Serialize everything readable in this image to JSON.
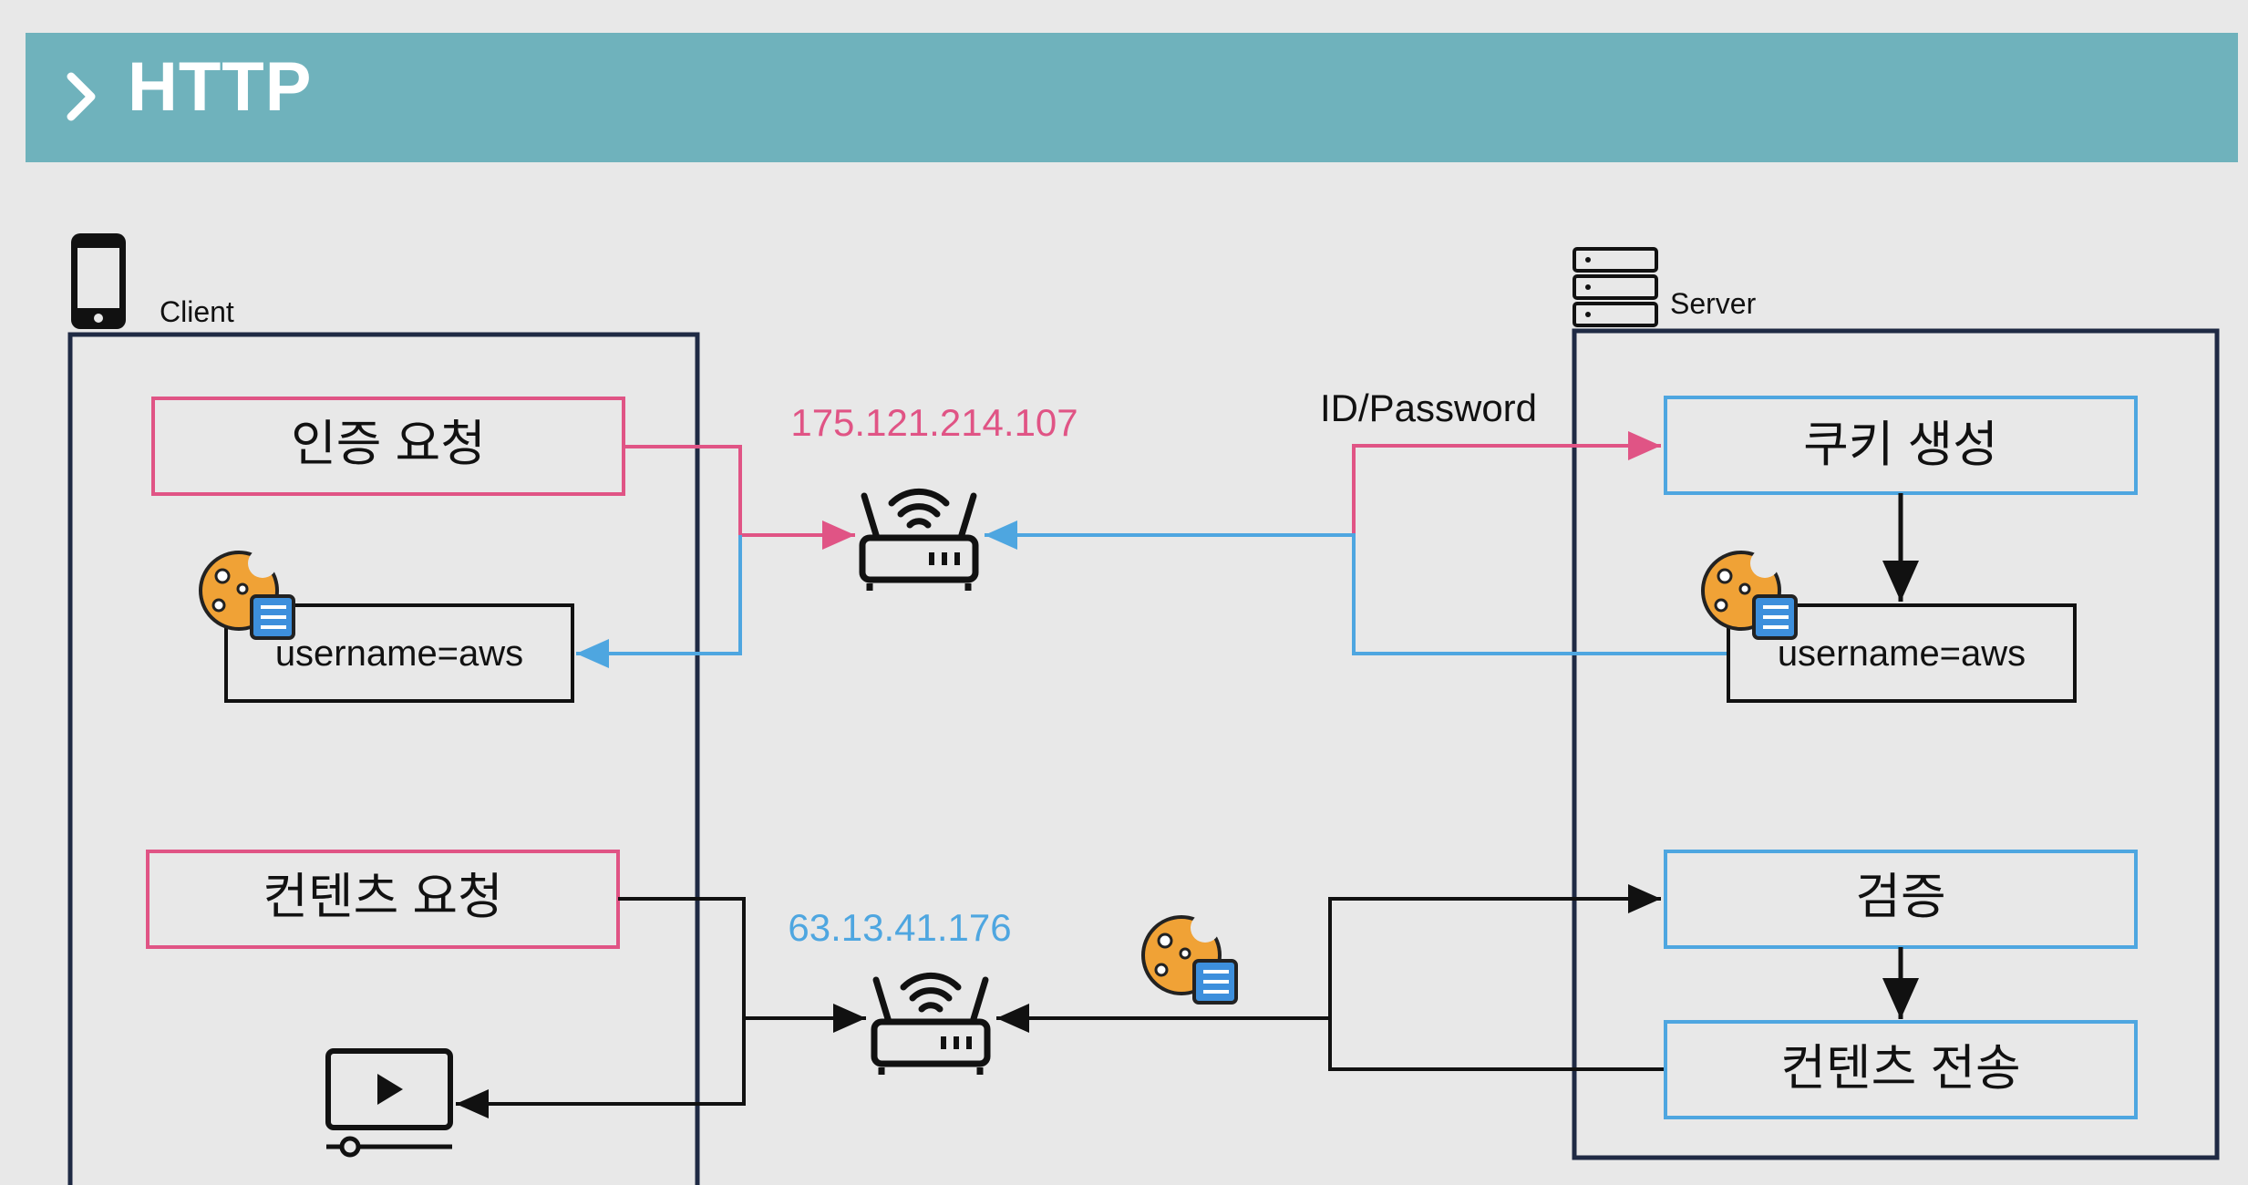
{
  "header": {
    "title": "HTTP"
  },
  "client": {
    "label": "Client"
  },
  "server": {
    "label": "Server"
  },
  "flow_top": {
    "ip": "175.121.214.107",
    "credential": "ID/Password",
    "client_request": "인증 요청",
    "client_cookie": "username=aws",
    "server_create": "쿠키 생성",
    "server_cookie": "username=aws"
  },
  "flow_bottom": {
    "ip": "63.13.41.176",
    "client_request": "컨텐츠 요청",
    "server_verify": "검증",
    "server_send": "컨텐츠 전송"
  },
  "colors": {
    "banner": "#6fb2bc",
    "pink": "#e05485",
    "blue": "#4ea6e0",
    "navy": "#1f2a44",
    "cookie": "#f0a236",
    "ip_top": "#e05485",
    "ip_bottom": "#4ea6e0"
  }
}
